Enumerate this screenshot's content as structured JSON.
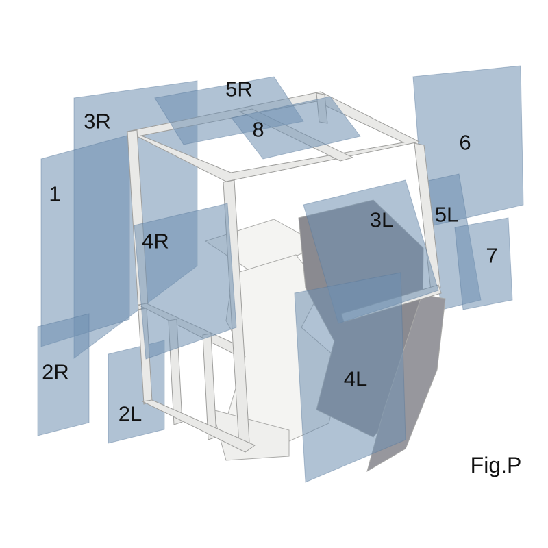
{
  "figure": {
    "caption": "Fig.P"
  },
  "parts": [
    {
      "id": "1",
      "label": "1"
    },
    {
      "id": "2R",
      "label": "2R"
    },
    {
      "id": "2L",
      "label": "2L"
    },
    {
      "id": "3R",
      "label": "3R"
    },
    {
      "id": "3L",
      "label": "3L"
    },
    {
      "id": "4R",
      "label": "4R"
    },
    {
      "id": "4L",
      "label": "4L"
    },
    {
      "id": "5R",
      "label": "5R"
    },
    {
      "id": "5L",
      "label": "5L"
    },
    {
      "id": "6",
      "label": "6"
    },
    {
      "id": "7",
      "label": "7"
    },
    {
      "id": "8",
      "label": "8"
    }
  ],
  "colors": {
    "background": "#ffffff",
    "glass": "#6f8fb0",
    "glass_edge": "#567698",
    "frame": "#e9e9e7",
    "frame_edge": "#9e9e9c",
    "interior_light": "#f4f4f2",
    "interior_dark": "#8a8a90",
    "interior_mid": "#97979d",
    "floor": "#efefed",
    "text": "#111111"
  }
}
